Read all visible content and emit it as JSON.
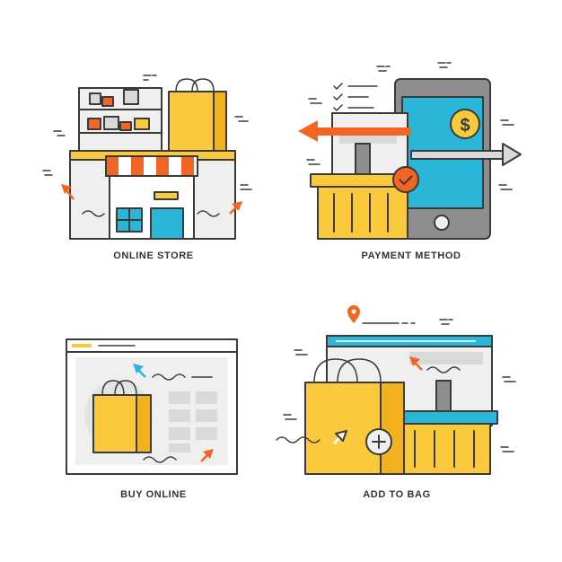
{
  "colors": {
    "outline": "#3a3a3a",
    "yellow": "#fbc93c",
    "yellow_dark": "#f2b21d",
    "orange": "#f26522",
    "blue": "#29b6d8",
    "light_gray": "#efefef",
    "mid_gray": "#d9d9d9",
    "dark_gray": "#8e8e8e"
  },
  "icons": [
    {
      "id": "online-store",
      "label": "ONLINE STORE",
      "icon": "storefront-icon"
    },
    {
      "id": "payment-method",
      "label": "PAYMENT METHOD",
      "icon": "smartphone-payment-icon"
    },
    {
      "id": "buy-online",
      "label": "BUY ONLINE",
      "icon": "browser-shopping-bag-icon"
    },
    {
      "id": "add-to-bag",
      "label": "ADD TO BAG",
      "icon": "add-to-bag-icon"
    }
  ]
}
